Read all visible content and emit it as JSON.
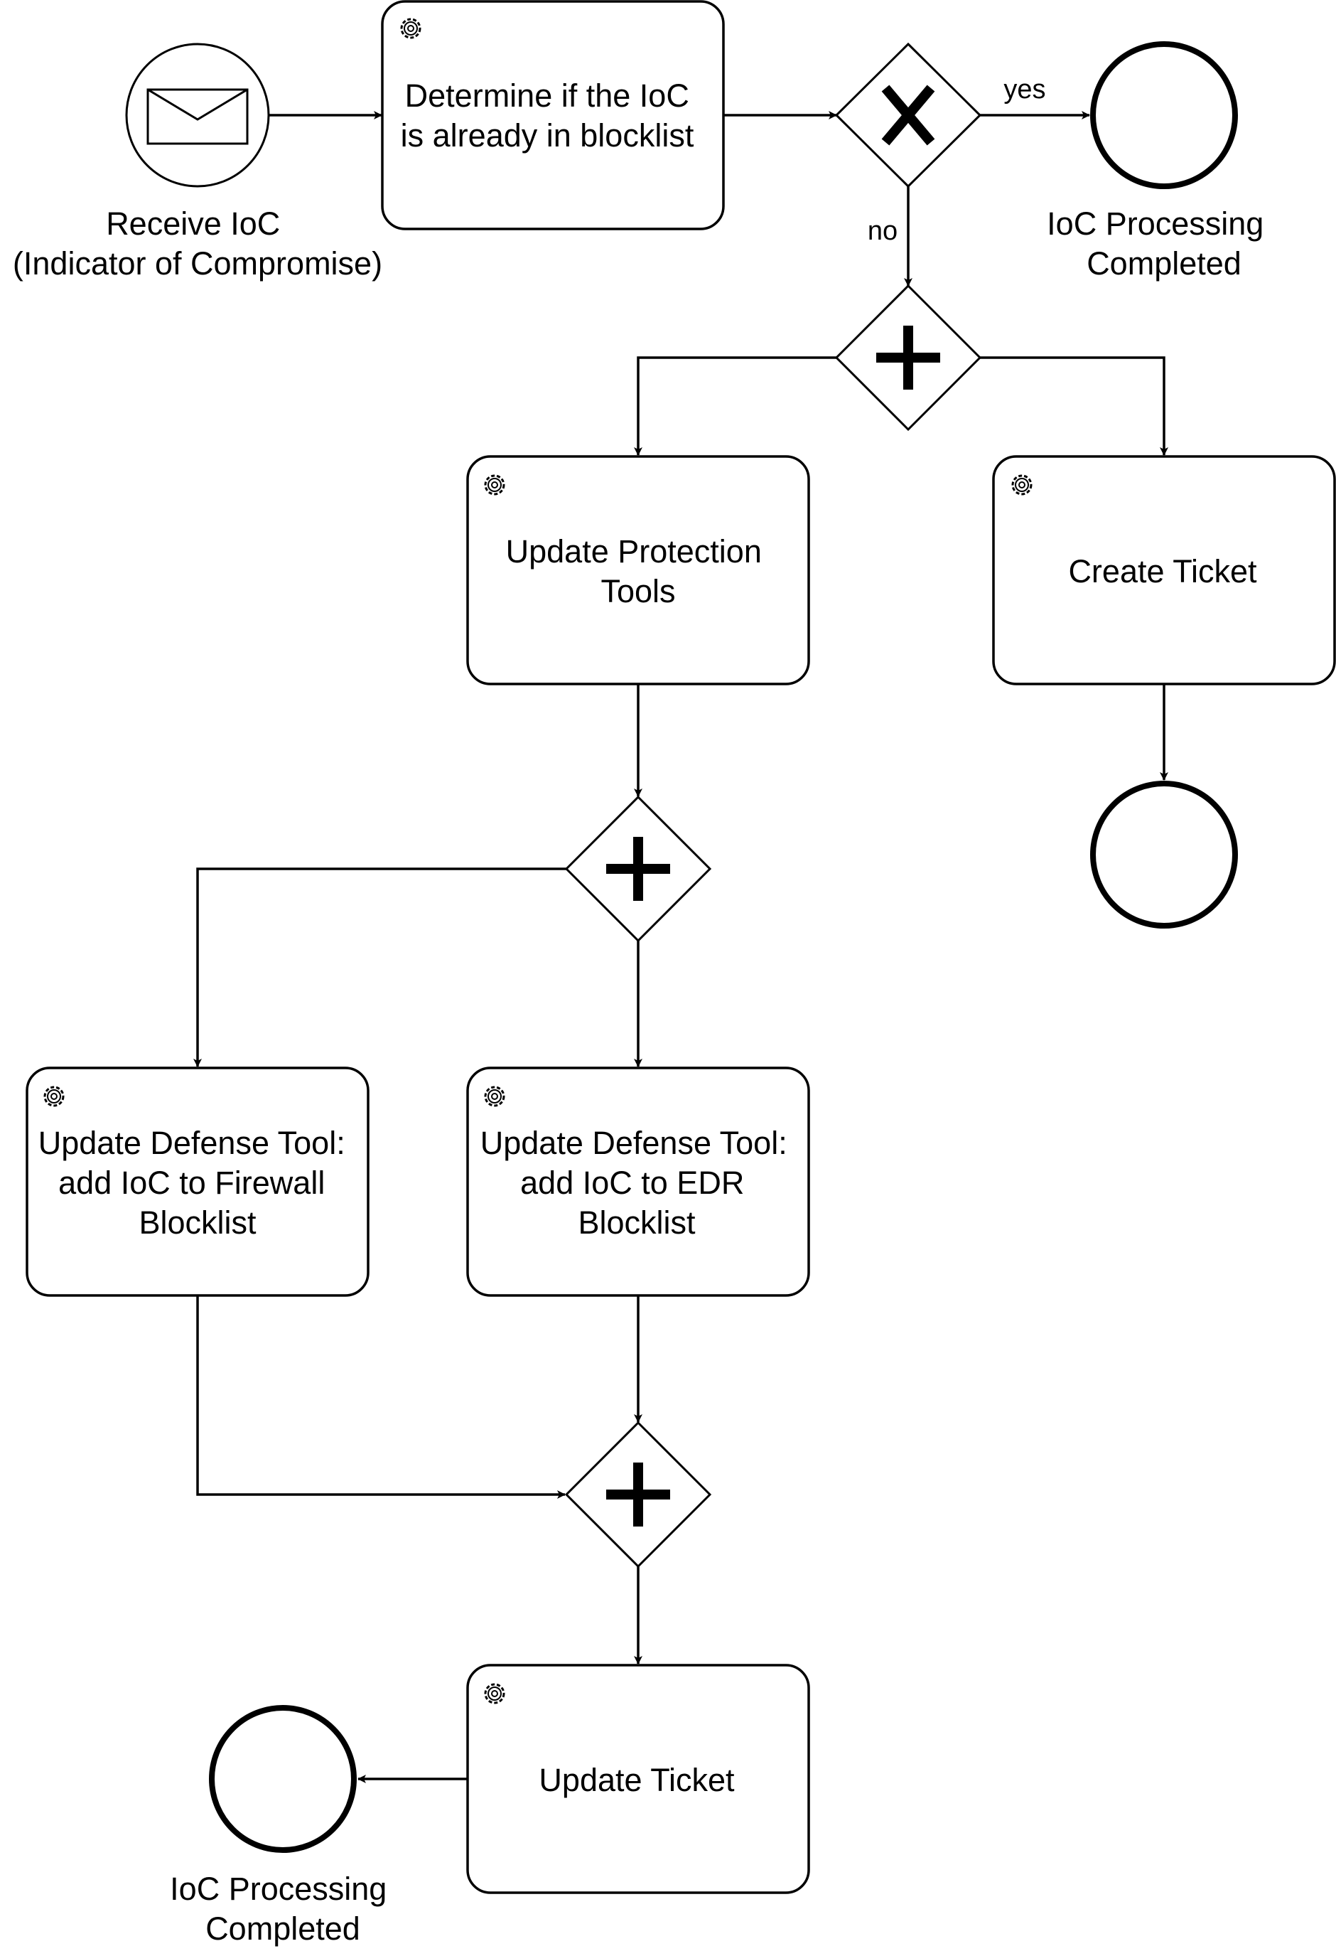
{
  "diagram": {
    "type": "BPMN process",
    "events": {
      "start": {
        "label_lines": [
          "Receive IoC",
          "(Indicator of Compromise)"
        ],
        "icon": "envelope-icon"
      },
      "end_completed_top": {
        "label_lines": [
          "IoC Processing",
          "Completed"
        ]
      },
      "end_ticket": {
        "label_lines": []
      },
      "end_completed_bottom": {
        "label_lines": [
          "IoC Processing",
          "Completed"
        ]
      }
    },
    "tasks": {
      "determine": {
        "lines": [
          "Determine if the IoC",
          "is already in blocklist"
        ],
        "icon": "gear-icon"
      },
      "update_protection": {
        "lines": [
          "Update Protection",
          "Tools"
        ],
        "icon": "gear-icon"
      },
      "create_ticket": {
        "lines": [
          "Create Ticket"
        ],
        "icon": "gear-icon"
      },
      "firewall": {
        "lines": [
          "Update Defense Tool:",
          "add IoC to Firewall",
          "Blocklist"
        ],
        "icon": "gear-icon"
      },
      "edr": {
        "lines": [
          "Update Defense Tool:",
          "add IoC to EDR",
          "Blocklist"
        ],
        "icon": "gear-icon"
      },
      "update_ticket": {
        "lines": [
          "Update Ticket"
        ],
        "icon": "gear-icon"
      }
    },
    "gateways": {
      "exclusive": {
        "kind": "exclusive",
        "icon": "x-icon"
      },
      "parallel_split_1": {
        "kind": "parallel",
        "icon": "plus-icon"
      },
      "parallel_split_2": {
        "kind": "parallel",
        "icon": "plus-icon"
      },
      "parallel_join": {
        "kind": "parallel",
        "icon": "plus-icon"
      }
    },
    "flows": {
      "yes_label": "yes",
      "no_label": "no"
    },
    "colors": {
      "stroke": "#000000",
      "fill": "#ffffff"
    }
  }
}
